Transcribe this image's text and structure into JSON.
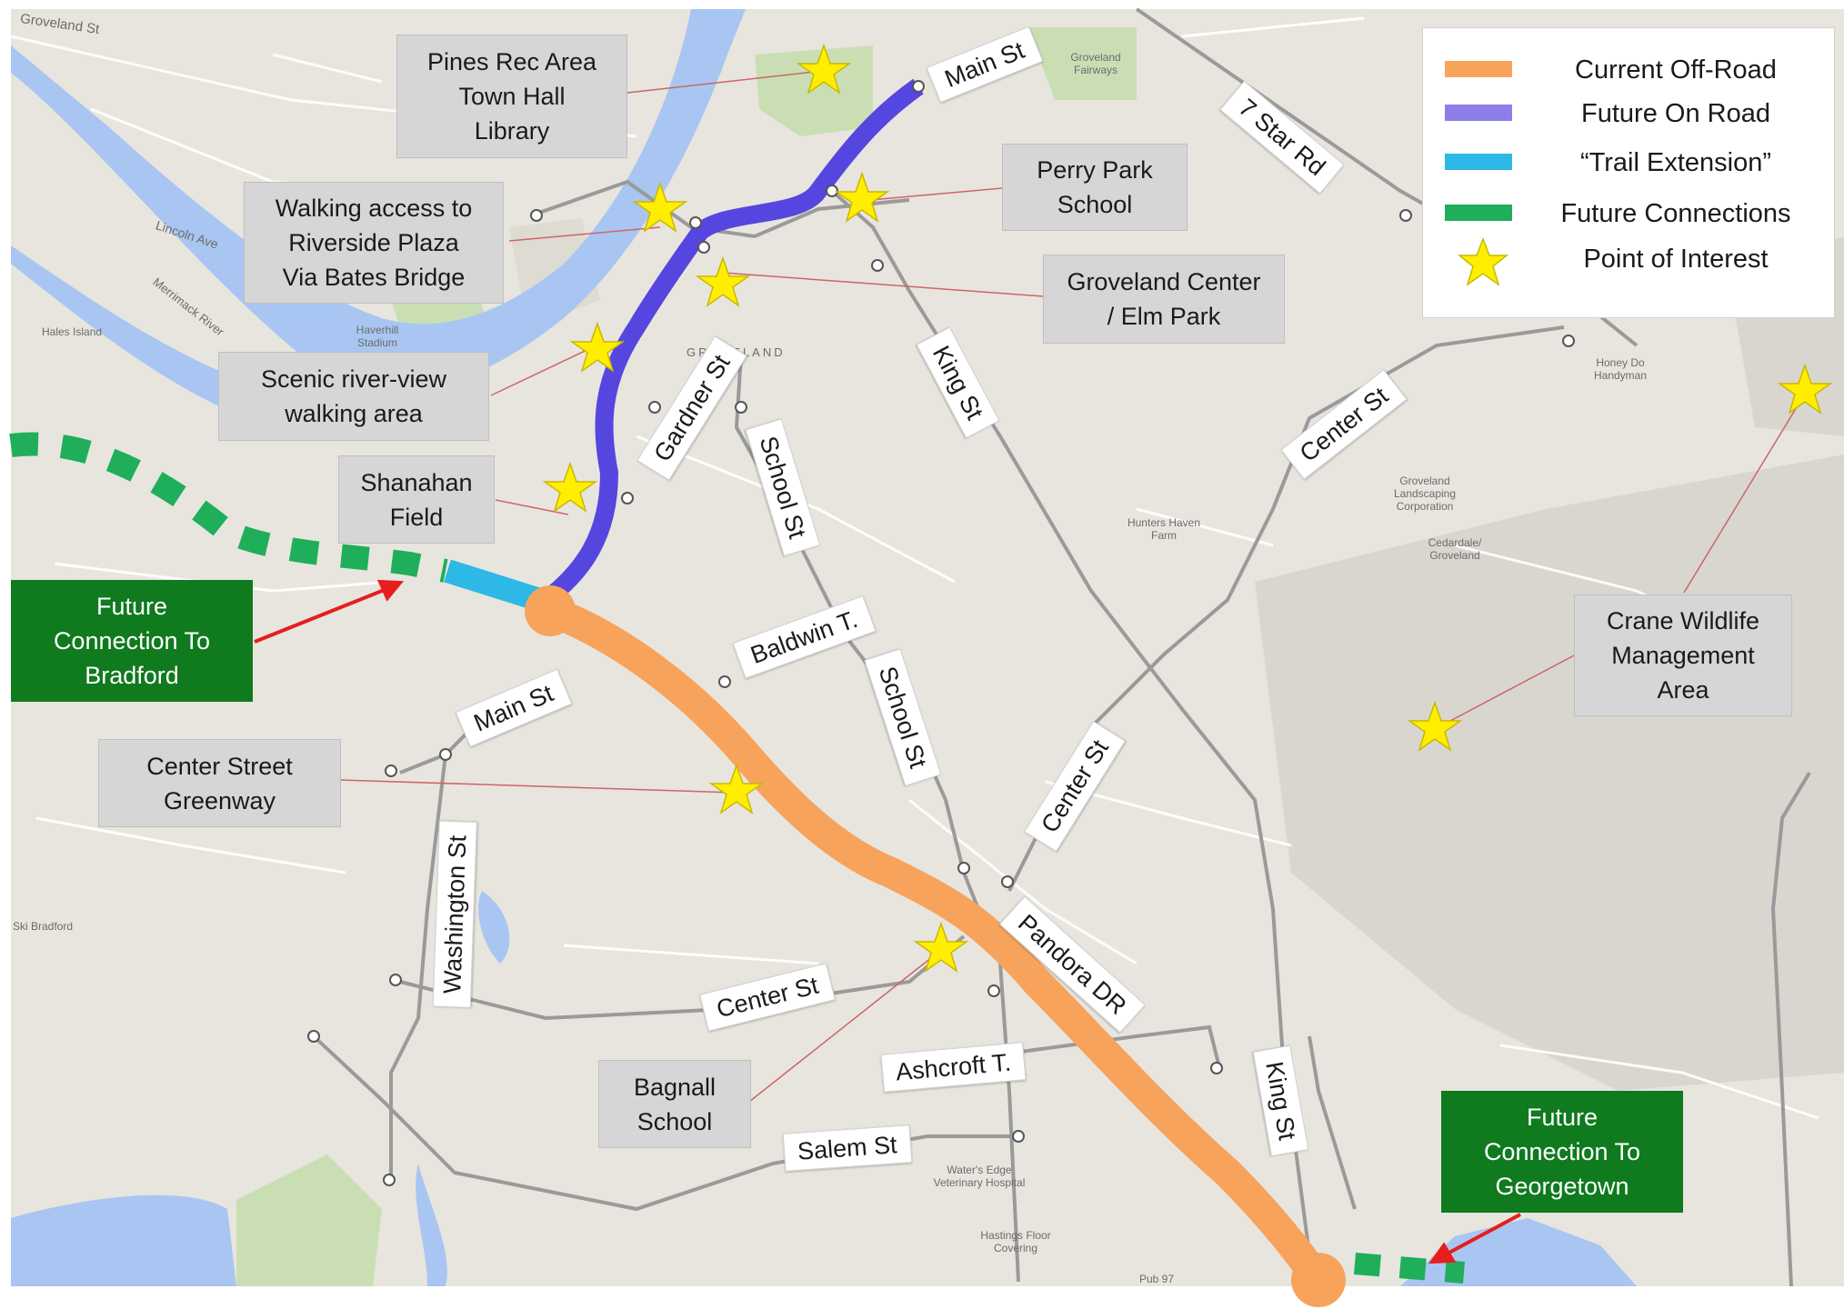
{
  "legend": {
    "items": [
      {
        "label": "Current Off-Road",
        "color": "#f7a35c"
      },
      {
        "label": "Future On Road",
        "color": "#8c7fe8"
      },
      {
        "label": "“Trail Extension”",
        "color": "#2eb8e6"
      },
      {
        "label": "Future Connections",
        "color": "#1fae5a"
      },
      {
        "label": "Point of Interest",
        "color": "#ffee00"
      }
    ]
  },
  "callouts": {
    "pines": "Pines Rec Area\nTown Hall\nLibrary",
    "walking": "Walking access to\nRiverside Plaza\nVia Bates Bridge",
    "perry": "Perry Park\nSchool",
    "groveland": "Groveland Center\n/ Elm Park",
    "scenic": "Scenic river-view\nwalking area",
    "shanahan": "Shanahan\nField",
    "center_greenway": "Center Street\nGreenway",
    "bagnall": "Bagnall\nSchool",
    "crane": "Crane Wildlife\nManagement\nArea"
  },
  "connections": {
    "bradford": "Future\nConnection To\nBradford",
    "georgetown": "Future\nConnection To\nGeorgetown"
  },
  "streets": {
    "main_st_top": "Main St",
    "seven_star": "7 Star Rd",
    "gardner": "Gardner St",
    "school_st_1": "School St",
    "king_st_1": "King St",
    "center_st_ne": "Center St",
    "baldwin": "Baldwin T.",
    "main_st_mid": "Main St",
    "school_st_2": "School St",
    "center_st_mid": "Center St",
    "washington": "Washington St",
    "pandora": "Pandora DR",
    "center_st_low": "Center St",
    "ashcroft": "Ashcroft T.",
    "king_st_2": "King St",
    "salem": "Salem St"
  },
  "map_text": {
    "groveland_st": "Groveland St",
    "hales_island": "Hales Island",
    "lincoln_ave": "Lincoln Ave",
    "merrimack_river": "Merrimack River",
    "ski_bradford": "Ski Bradford",
    "hunters_haven": "Hunters Haven Farm",
    "groveland_landscaping": "Groveland Landscaping Corporation",
    "cedardale": "Cedardale/ Groveland",
    "honey_do": "Honey Do Handyman",
    "watersedge": "Water's Edge Veterinary Hospital",
    "hastings": "Hastings Floor Covering",
    "pub97": "Pub 97",
    "groveland_fairways": "Groveland Fairways",
    "haverhill_stadium": "Haverhill Stadium",
    "grand": "GROVELAND"
  }
}
